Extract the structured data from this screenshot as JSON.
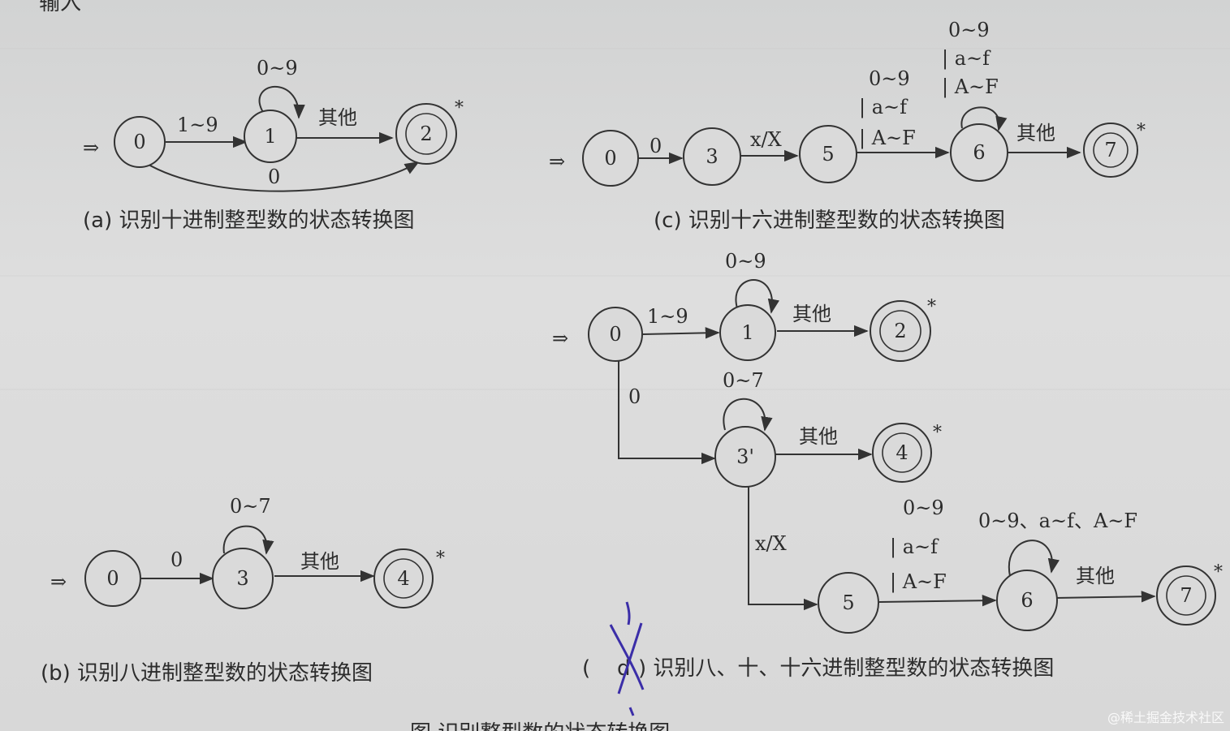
{
  "header": {
    "partial_text": "输入"
  },
  "diagram_a": {
    "nodes": [
      "0",
      "1",
      "2"
    ],
    "edges": {
      "e01": "1~9",
      "loop1": "0~9",
      "e12": "其他",
      "e02": "0"
    },
    "accept_mark": "*",
    "caption": "(a) 识别十进制整型数的状态转换图"
  },
  "diagram_b": {
    "nodes": [
      "0",
      "3",
      "4"
    ],
    "edges": {
      "e03": "0",
      "loop3": "0~7",
      "e34": "其他"
    },
    "accept_mark": "*",
    "caption": "(b) 识别八进制整型数的状态转换图"
  },
  "diagram_c": {
    "nodes": [
      "0",
      "3",
      "5",
      "6",
      "7"
    ],
    "edges": {
      "e03": "0",
      "e35": "x/X",
      "e56": [
        "0~9",
        "| a~f",
        "| A~F"
      ],
      "loop6": [
        "0~9",
        "| a~f",
        "| A~F"
      ],
      "e67": "其他"
    },
    "accept_mark": "*",
    "caption": "(c) 识别十六进制整型数的状态转换图"
  },
  "diagram_d": {
    "nodes": [
      "0",
      "1",
      "2",
      "3'",
      "4",
      "5",
      "6",
      "7"
    ],
    "edges": {
      "e01": "1~9",
      "loop1": "0~9",
      "e12": "其他",
      "e03": "0",
      "loop3": "0~7",
      "e34": "其他",
      "e35": "x/X",
      "e56": [
        "0~9",
        "| a~f",
        "| A~F"
      ],
      "loop6": "0~9、a~f、A~F",
      "e67": "其他"
    },
    "accept_mark": "*",
    "caption_prefix": "(",
    "caption_letter": "d",
    "caption_suffix": ") 识别八、十、十六进制整型数的状态转换图"
  },
  "footer": {
    "partial_text": "图 识别整型数的状态转换图"
  },
  "watermark": "@稀土掘金技术社区",
  "colors": {
    "ink": "#2c2c2c",
    "paper": "#dadada",
    "pen": "#3b2ea8"
  }
}
